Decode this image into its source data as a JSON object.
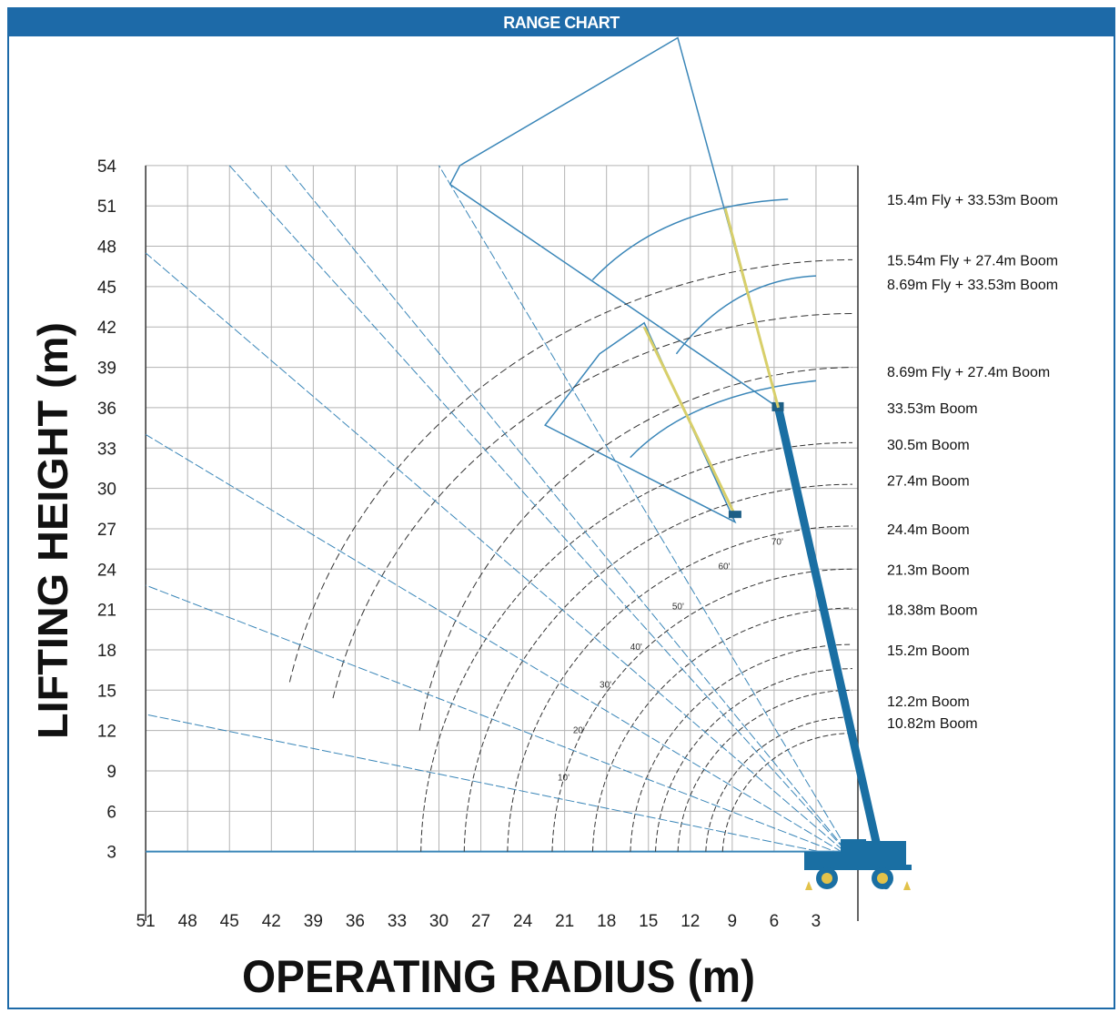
{
  "header": {
    "title": "RANGE CHART"
  },
  "colors": {
    "brand_blue": "#1d6aa8",
    "truck_blue": "#1a6fa3",
    "boom_blue": "#1a6fa3",
    "fly_yellow": "#d8cf6a",
    "grid": "#b3b3b3",
    "arc": "#333333",
    "envelope": "#3a86b8"
  },
  "chart_data": {
    "type": "line",
    "title": "",
    "xlabel": "OPERATING RADIUS (m)",
    "ylabel": "LIFTING HEIGHT (m)",
    "xlim": [
      0,
      51
    ],
    "ylim": [
      0,
      54
    ],
    "x_reversed": true,
    "grid": true,
    "x_ticks": [
      "51",
      "48",
      "45",
      "42",
      "39",
      "36",
      "33",
      "30",
      "27",
      "24",
      "21",
      "18",
      "15",
      "12",
      "9",
      "6",
      "3"
    ],
    "y_ticks": [
      "54",
      "51",
      "48",
      "45",
      "42",
      "39",
      "36",
      "33",
      "30",
      "27",
      "24",
      "21",
      "18",
      "15",
      "12",
      "9",
      "6",
      "3"
    ],
    "boom_configs": [
      {
        "label": "15.4m Fly + 33.53m Boom",
        "height": 51.5
      },
      {
        "label": "15.54m Fly + 27.4m Boom",
        "height": 47.0
      },
      {
        "label": "8.69m Fly + 33.53m Boom",
        "height": 45.2
      },
      {
        "label": "8.69m Fly + 27.4m Boom",
        "height": 38.7
      },
      {
        "label": "33.53m Boom",
        "height": 36.0
      },
      {
        "label": "30.5m Boom",
        "height": 33.3
      },
      {
        "label": "27.4m Boom",
        "height": 30.6
      },
      {
        "label": "24.4m Boom",
        "height": 27.0
      },
      {
        "label": "21.3m Boom",
        "height": 24.0
      },
      {
        "label": "18.38m Boom",
        "height": 21.0
      },
      {
        "label": "15.2m Boom",
        "height": 18.0
      },
      {
        "label": "12.2m Boom",
        "height": 14.2
      },
      {
        "label": "10.82m Boom",
        "height": 12.6
      }
    ],
    "angle_labels": [
      "70'",
      "60'",
      "50'",
      "40'",
      "30'",
      "20'",
      "10'"
    ]
  }
}
